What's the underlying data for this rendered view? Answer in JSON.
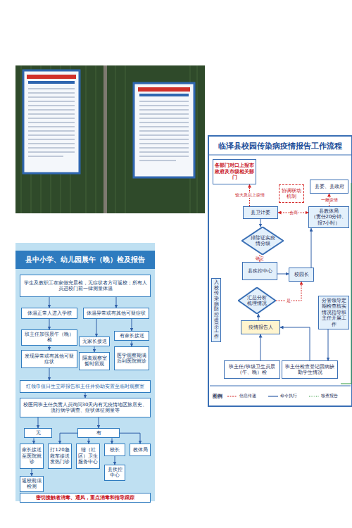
{
  "diagram": {
    "title": "临泽县校园传染病疫情报告工作流程",
    "nodes": [
      {
        "text": [
          "各部门对口上报市政府及市级相关部门"
        ]
      },
      {
        "text": [
          "县委、县政府"
        ]
      },
      {
        "text": [
          "协调联动机制"
        ]
      },
      {
        "text": [
          "县卫计委"
        ]
      },
      {
        "text": [
          "县教体局",
          "（责任20分钟、报7小时）"
        ]
      },
      {
        "text": [
          "排除证实疫情分级"
        ]
      },
      {
        "text": [
          "县疾控中心"
        ]
      },
      {
        "text": [
          "校园长"
        ]
      },
      {
        "text": [
          "汇总分析梳理情况"
        ]
      },
      {
        "text": [
          "疫情报告人"
        ]
      },
      {
        "text": [
          "入校传染病防控提示工作"
        ]
      },
      {
        "text": [
          "分管领导定期检查核实情况指导班主任开展工作"
        ]
      },
      {
        "text": [
          "班主任/班级卫生员晨（午、晚）检"
        ]
      },
      {
        "text": [
          "班主任检查登记因病缺勤学生情况"
        ]
      },
      {
        "text": [
          "学生及教职工在家做完晨检，无症状者方可返校；所有人员进校门前一律测量体温"
        ]
      },
      {
        "text": [
          "体温正常人进入学校"
        ]
      },
      {
        "text": [
          "体温异常或有其他可疑症状"
        ]
      },
      {
        "text": [
          "班主任加强晨午（晚）检"
        ]
      },
      {
        "text": [
          "无家长接送"
        ]
      },
      {
        "text": [
          "有家长接送"
        ]
      },
      {
        "text": [
          "发现异常或有其他可疑症状"
        ]
      },
      {
        "text": [
          "隔离观察室暂时留观"
        ]
      },
      {
        "text": [
          "医学观察期满后到医院就诊"
        ]
      },
      {
        "text": [
          "红领巾值日生立即报告班主任并协助安置至临时观察室"
        ]
      },
      {
        "text": [
          "校医同班主任负责人员询问30天内有无疫情地区旅居史、流行病学调查、症状体征测量等"
        ]
      },
      {
        "text": [
          "无"
        ]
      },
      {
        "text": [
          "有"
        ]
      },
      {
        "text": [
          "家长接送至医院就诊"
        ]
      },
      {
        "text": [
          "打120急救车接送发热门诊"
        ]
      },
      {
        "text": [
          "辖（社区）卫生服务中心"
        ]
      },
      {
        "text": [
          "校长"
        ]
      },
      {
        "text": [
          "县疾控中心"
        ]
      },
      {
        "text": [
          "教体局"
        ]
      },
      {
        "text": [
          "返校前须检测"
        ]
      },
      {
        "text": [
          "密切接触者消毒、通风，重点消毒和指导跟踪"
        ]
      }
    ],
    "edges": [
      {
        "from": 3,
        "to": 0,
        "arrow": "to",
        "label": "较大及以上疫情"
      },
      {
        "from": 4,
        "to": 1,
        "arrow": "to",
        "label": "一般疫情"
      },
      {
        "from": 3,
        "to": 4,
        "arrow": "both",
        "label": "会商"
      },
      {
        "from": 3,
        "to": 5,
        "arrow": "to"
      },
      {
        "from": 5,
        "to": 6,
        "arrow": "to",
        "label": "确定"
      },
      {
        "from": 6,
        "to": 7,
        "arrow": "to"
      },
      {
        "from": 7,
        "to": 4,
        "arrow": "to"
      },
      {
        "from": 8,
        "to": 7,
        "arrow": "to",
        "label": "是"
      },
      {
        "from": 9,
        "to": 8,
        "arrow": "to"
      },
      {
        "from": 12,
        "to": 9,
        "arrow": "to"
      },
      {
        "from": 13,
        "to": 9,
        "arrow": "to"
      },
      {
        "from": 11,
        "to": 13,
        "arrow": "to"
      },
      {
        "from": 14,
        "to": 15,
        "arrow": "to"
      },
      {
        "from": 14,
        "to": 16,
        "arrow": "to"
      },
      {
        "from": 15,
        "to": 17,
        "arrow": "to"
      },
      {
        "from": 16,
        "to": 18,
        "arrow": "to"
      },
      {
        "from": 16,
        "to": 19,
        "arrow": "to"
      },
      {
        "from": 17,
        "to": 20,
        "arrow": "to"
      },
      {
        "from": 18,
        "to": 21,
        "arrow": "to"
      },
      {
        "from": 19,
        "to": 22,
        "arrow": "to"
      },
      {
        "from": 20,
        "to": 23,
        "arrow": "to"
      },
      {
        "from": 23,
        "to": 24,
        "arrow": "to"
      },
      {
        "from": 24,
        "to": 25,
        "arrow": "to"
      },
      {
        "from": 24,
        "to": 26,
        "arrow": "to"
      },
      {
        "from": 25,
        "to": 27,
        "arrow": "to"
      },
      {
        "from": 26,
        "to": 28,
        "arrow": "to"
      },
      {
        "from": 26,
        "to": 29,
        "arrow": "to"
      },
      {
        "from": 26,
        "to": 30,
        "arrow": "to"
      },
      {
        "from": 26,
        "to": 32,
        "arrow": "to"
      },
      {
        "from": 30,
        "to": 31,
        "arrow": "to"
      },
      {
        "from": 27,
        "to": 33,
        "arrow": "to"
      }
    ],
    "labels": [
      "县中小学、幼儿园晨午（晚）检及报告",
      "图例"
    ],
    "legend": [
      {
        "text": "信息传递"
      },
      {
        "text": "命令执行"
      },
      {
        "text": "核查报告"
      }
    ]
  }
}
